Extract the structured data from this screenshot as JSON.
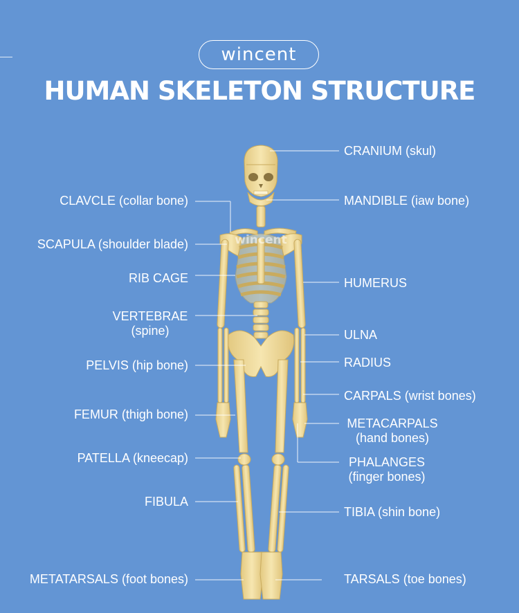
{
  "brand": "wincent",
  "title": "HUMAN SKELETON STRUCTURE",
  "watermark": "wincent",
  "colors": {
    "background": "#6395d4",
    "bone": "#f1dd9c",
    "bone_shade": "#d6bd72",
    "text": "#ffffff",
    "leader": "#ffffff"
  },
  "labels_left": [
    {
      "id": "clavicle",
      "lines": [
        "CLAVCLE (collar bone)"
      ]
    },
    {
      "id": "scapula",
      "lines": [
        "SCAPULA (shoulder blade)"
      ]
    },
    {
      "id": "rib-cage",
      "lines": [
        "RIB CAGE"
      ]
    },
    {
      "id": "vertebrae",
      "lines": [
        "VERTEBRAE",
        "(spine)"
      ]
    },
    {
      "id": "pelvis",
      "lines": [
        "PELVIS (hip bone)"
      ]
    },
    {
      "id": "femur",
      "lines": [
        "FEMUR (thigh bone)"
      ]
    },
    {
      "id": "patella",
      "lines": [
        "PATELLA (kneecap)"
      ]
    },
    {
      "id": "fibula",
      "lines": [
        "FIBULA"
      ]
    },
    {
      "id": "metatarsals",
      "lines": [
        "METATARSALS (foot bones)"
      ]
    }
  ],
  "labels_right": [
    {
      "id": "cranium",
      "lines": [
        "CRANIUM (skul)"
      ]
    },
    {
      "id": "mandible",
      "lines": [
        "MANDIBLE (iaw bone)"
      ]
    },
    {
      "id": "humerus",
      "lines": [
        "HUMERUS"
      ]
    },
    {
      "id": "ulna",
      "lines": [
        "ULNA"
      ]
    },
    {
      "id": "radius",
      "lines": [
        "RADIUS"
      ]
    },
    {
      "id": "carpals",
      "lines": [
        "CARPALS (wrist bones)"
      ]
    },
    {
      "id": "metacarpals",
      "lines": [
        "METACARPALS",
        "(hand bones)"
      ]
    },
    {
      "id": "phalanges",
      "lines": [
        "PHALANGES",
        "(finger bones)"
      ]
    },
    {
      "id": "tibia",
      "lines": [
        "TIBIA (shin bone)"
      ]
    },
    {
      "id": "tarsals",
      "lines": [
        "TARSALS (toe bones)"
      ]
    }
  ]
}
